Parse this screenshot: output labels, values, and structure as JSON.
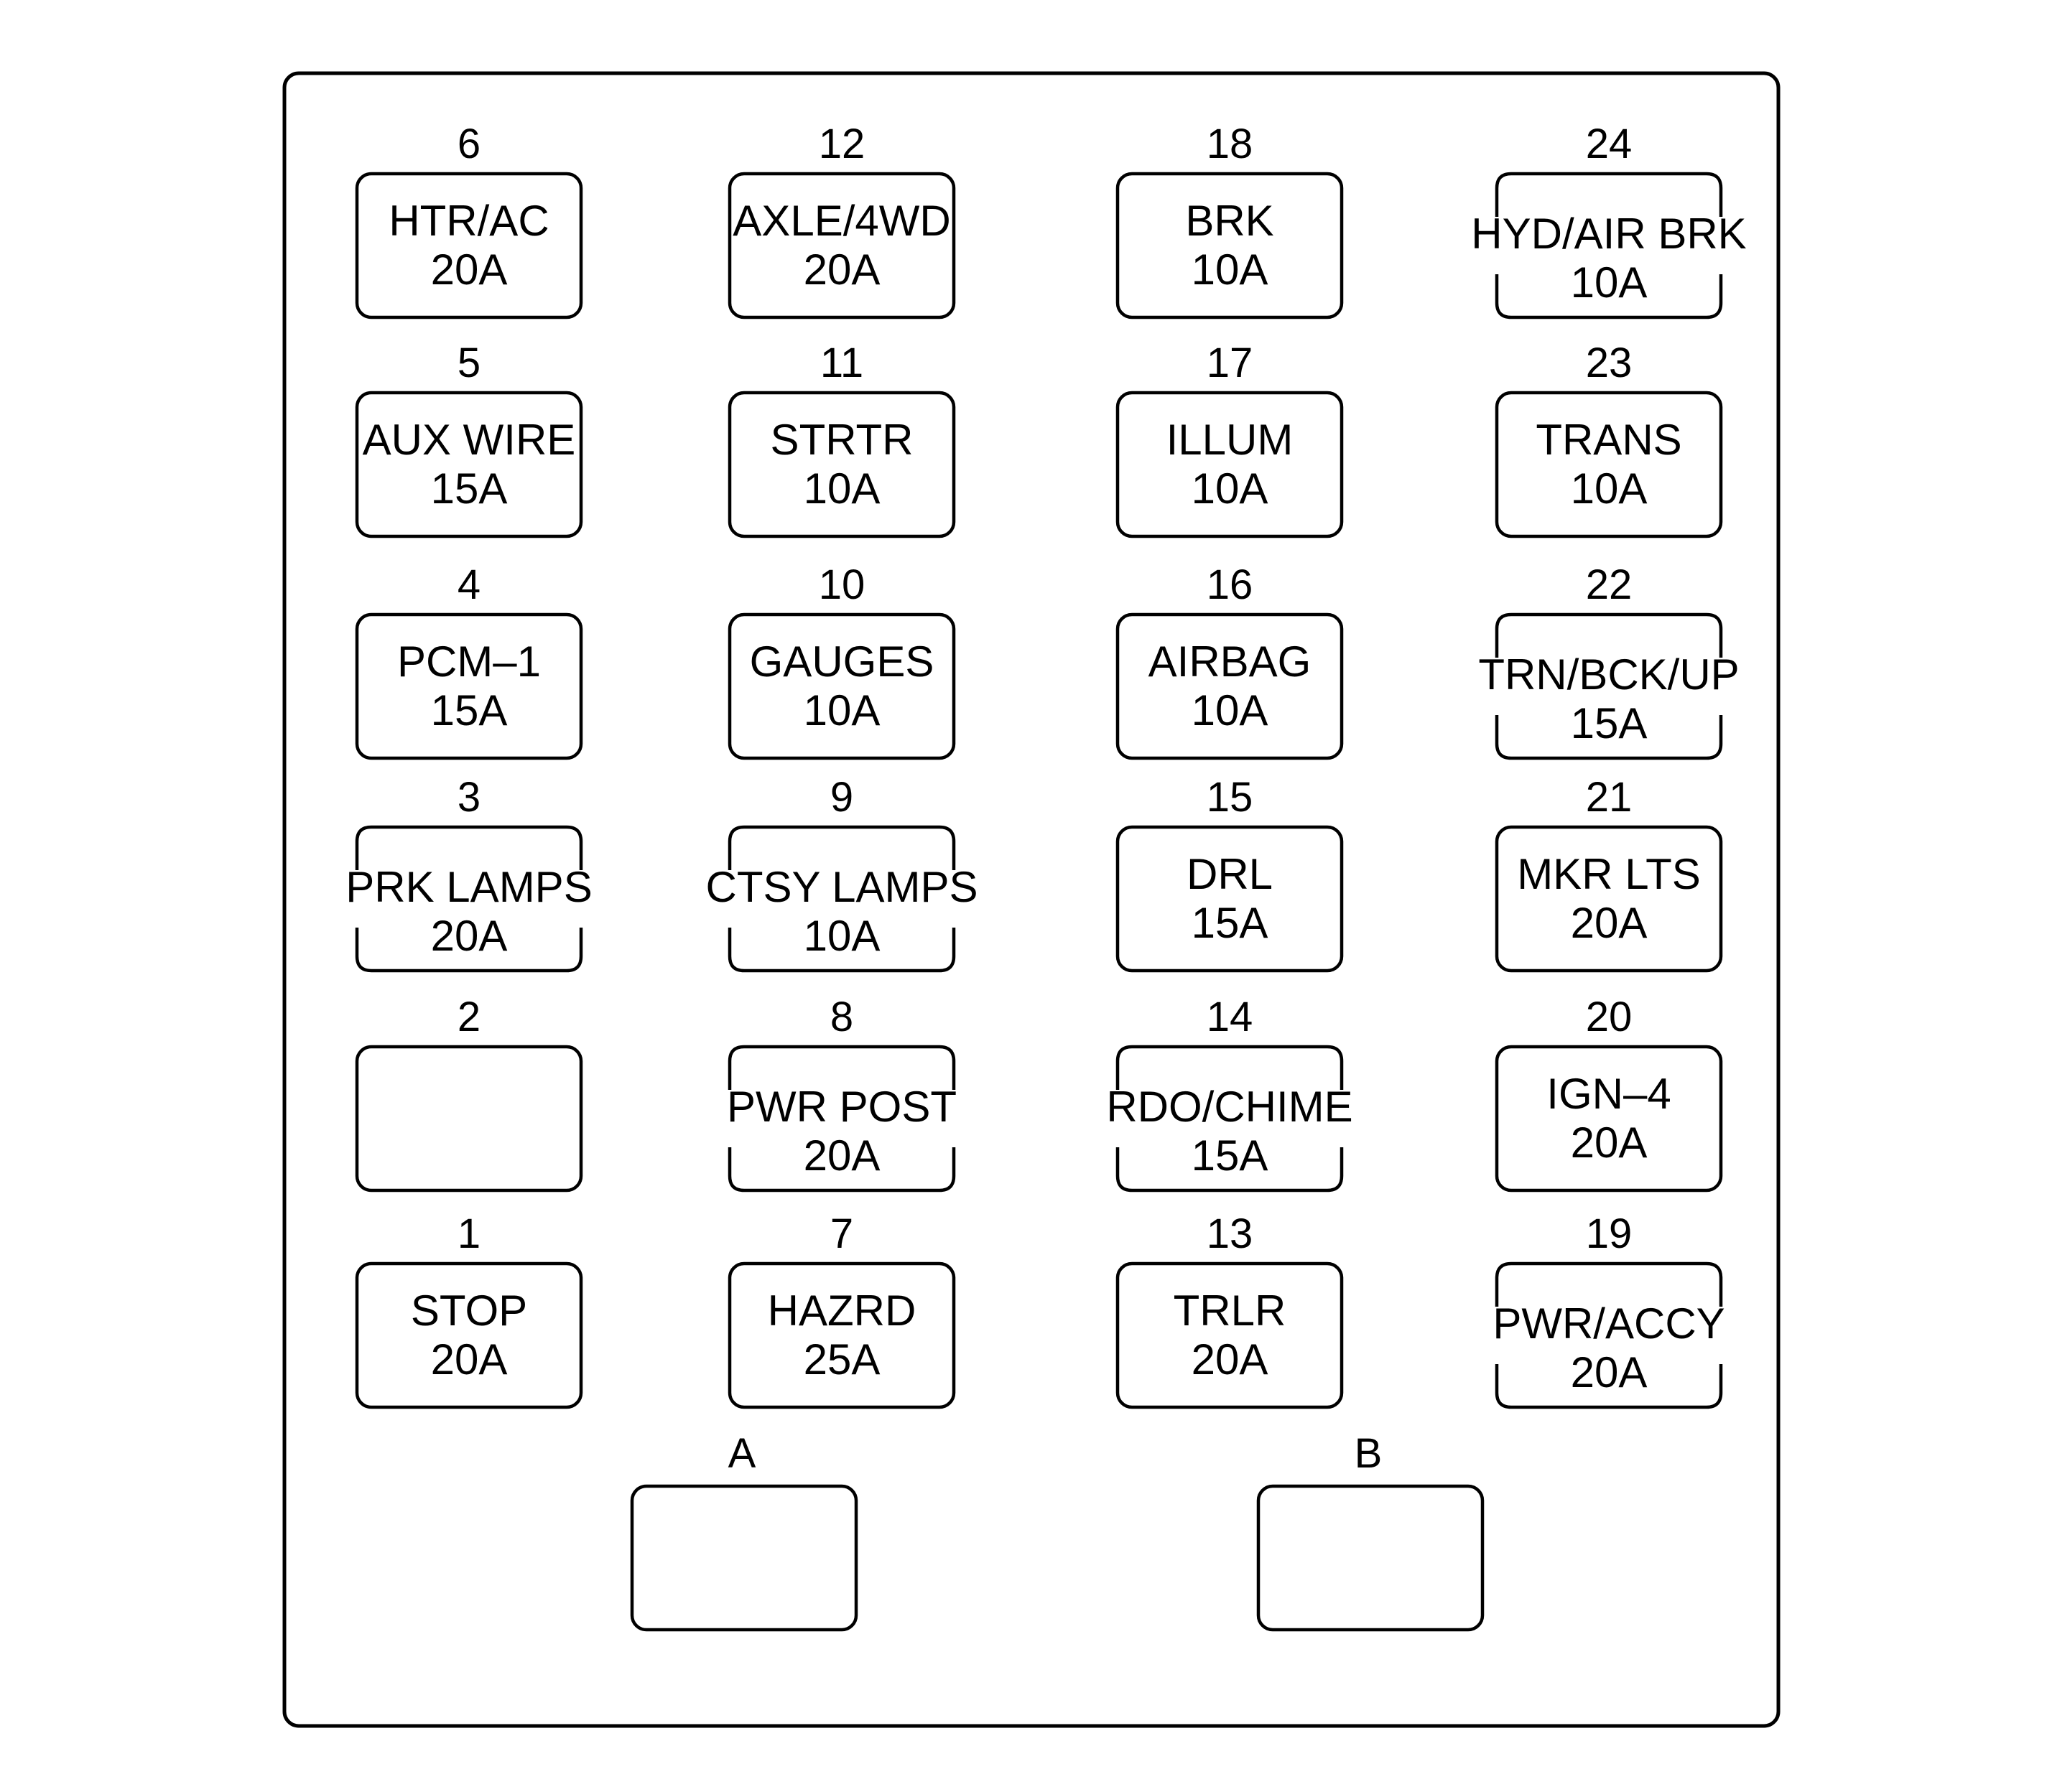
{
  "fuse_columns": [
    [
      {
        "num": "6",
        "name": "HTR/AC",
        "amp": "20A",
        "style": "closed"
      },
      {
        "num": "5",
        "name": "AUX WIRE",
        "amp": "15A",
        "style": "closed"
      },
      {
        "num": "4",
        "name": "PCM–1",
        "amp": "15A",
        "style": "closed"
      },
      {
        "num": "3",
        "name": "PRK LAMPS",
        "amp": "20A",
        "style": "open"
      },
      {
        "num": "2",
        "name": "",
        "amp": "",
        "style": "closed"
      },
      {
        "num": "1",
        "name": "STOP",
        "amp": "20A",
        "style": "closed"
      }
    ],
    [
      {
        "num": "12",
        "name": "AXLE/4WD",
        "amp": "20A",
        "style": "closed"
      },
      {
        "num": "11",
        "name": "STRTR",
        "amp": "10A",
        "style": "closed"
      },
      {
        "num": "10",
        "name": "GAUGES",
        "amp": "10A",
        "style": "closed"
      },
      {
        "num": "9",
        "name": "CTSY LAMPS",
        "amp": "10A",
        "style": "open"
      },
      {
        "num": "8",
        "name": "PWR POST",
        "amp": "20A",
        "style": "open"
      },
      {
        "num": "7",
        "name": "HAZRD",
        "amp": "25A",
        "style": "closed"
      }
    ],
    [
      {
        "num": "18",
        "name": "BRK",
        "amp": "10A",
        "style": "closed"
      },
      {
        "num": "17",
        "name": "ILLUM",
        "amp": "10A",
        "style": "closed"
      },
      {
        "num": "16",
        "name": "AIRBAG",
        "amp": "10A",
        "style": "closed"
      },
      {
        "num": "15",
        "name": "DRL",
        "amp": "15A",
        "style": "closed"
      },
      {
        "num": "14",
        "name": "RDO/CHIME",
        "amp": "15A",
        "style": "open"
      },
      {
        "num": "13",
        "name": "TRLR",
        "amp": "20A",
        "style": "closed"
      }
    ],
    [
      {
        "num": "24",
        "name": "HYD/AIR BRK",
        "amp": "10A",
        "style": "open"
      },
      {
        "num": "23",
        "name": "TRANS",
        "amp": "10A",
        "style": "closed"
      },
      {
        "num": "22",
        "name": "TRN/BCK/UP",
        "amp": "15A",
        "style": "open"
      },
      {
        "num": "21",
        "name": "MKR LTS",
        "amp": "20A",
        "style": "closed"
      },
      {
        "num": "20",
        "name": "IGN–4",
        "amp": "20A",
        "style": "closed"
      },
      {
        "num": "19",
        "name": "PWR/ACCY",
        "amp": "20A",
        "style": "open"
      }
    ]
  ],
  "relays": [
    {
      "label": "A"
    },
    {
      "label": "B"
    }
  ]
}
